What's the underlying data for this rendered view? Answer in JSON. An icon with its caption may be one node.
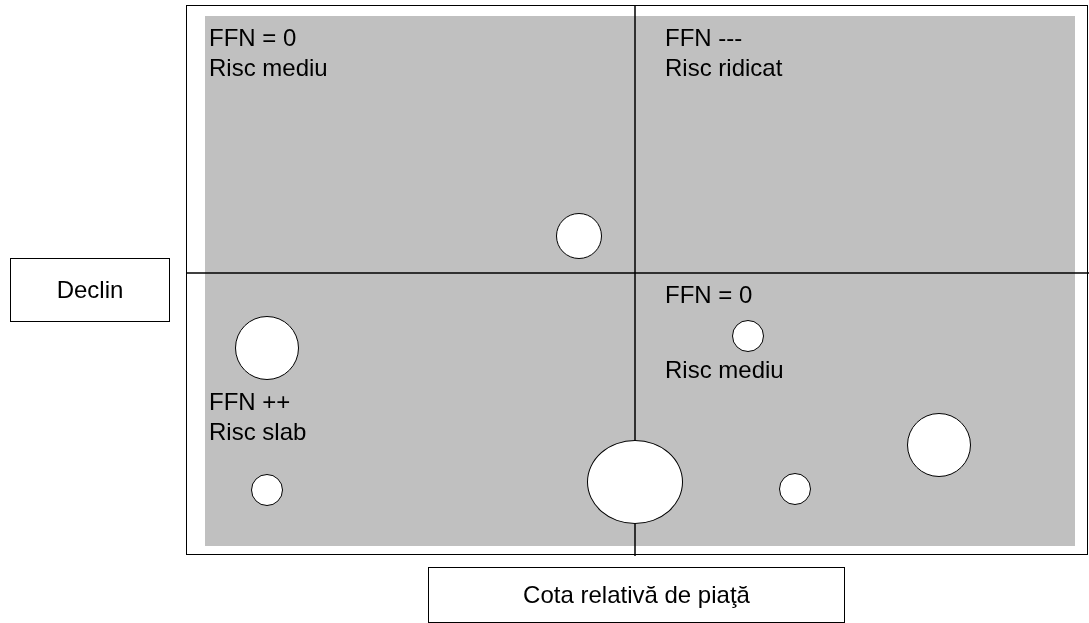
{
  "diagram": {
    "nodes": [
      {
        "text": [
          "FFN = 0",
          "Risc mediu"
        ]
      },
      {
        "text": [
          "FFN ---",
          "Risc ridicat"
        ]
      },
      {
        "text": [
          "FFN ++",
          "Risc slab"
        ]
      },
      {
        "text": [
          "FFN = 0",
          "Risc mediu"
        ]
      },
      {
        "text": [
          "Declin"
        ]
      },
      {
        "text": [
          "Cota relativă de piaţă"
        ]
      },
      {
        "text": [],
        "shape": "circle",
        "in": 2
      },
      {
        "text": [],
        "shape": "circle",
        "in": 2
      },
      {
        "text": [],
        "shape": "circle",
        "in": 0
      },
      {
        "text": [],
        "shape": "circle"
      },
      {
        "text": [],
        "shape": "circle",
        "in": 3
      },
      {
        "text": [],
        "shape": "circle",
        "in": 3
      },
      {
        "text": [],
        "shape": "circle",
        "in": 3
      }
    ],
    "edges": []
  }
}
